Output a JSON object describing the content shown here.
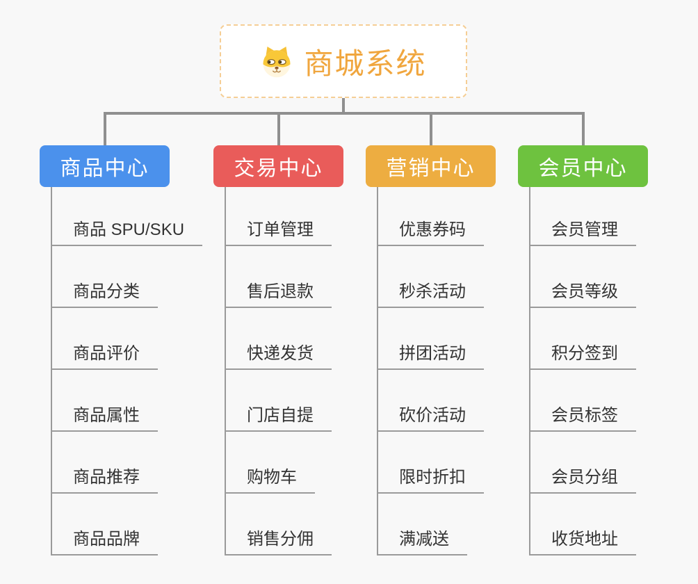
{
  "root": {
    "title": "商城系统",
    "icon": "shiba-dog-icon"
  },
  "branches": [
    {
      "label": "商品中心",
      "color": "#4B91EC",
      "children": [
        "商品 SPU/SKU",
        "商品分类",
        "商品评价",
        "商品属性",
        "商品推荐",
        "商品品牌"
      ]
    },
    {
      "label": "交易中心",
      "color": "#E95C5A",
      "children": [
        "订单管理",
        "售后退款",
        "快递发货",
        "门店自提",
        "购物车",
        "销售分佣"
      ]
    },
    {
      "label": "营销中心",
      "color": "#EDAD41",
      "children": [
        "优惠券码",
        "秒杀活动",
        "拼团活动",
        "砍价活动",
        "限时折扣",
        "满减送"
      ]
    },
    {
      "label": "会员中心",
      "color": "#6EC23F",
      "children": [
        "会员管理",
        "会员等级",
        "积分签到",
        "会员标签",
        "会员分组",
        "收货地址"
      ]
    }
  ],
  "colors": {
    "background": "#F8F8F8",
    "root_text": "#F0A63E",
    "root_border": "#F5CE95",
    "connector": "#8F8F8F",
    "branch_line": "#9A9A9A",
    "child_text": "#333333"
  }
}
